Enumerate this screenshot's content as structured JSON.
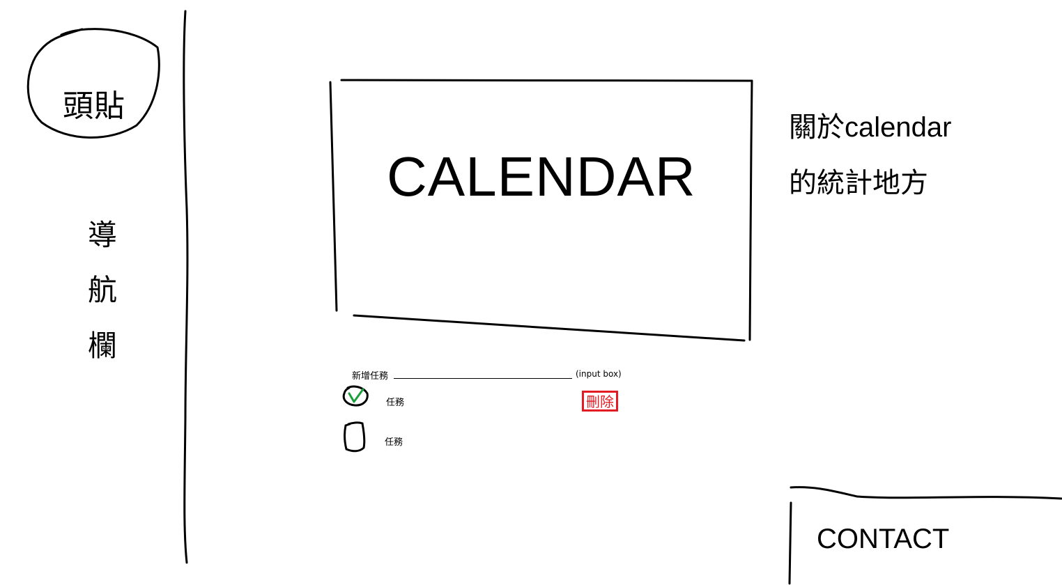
{
  "avatar": {
    "label": "頭貼"
  },
  "nav": {
    "chars": [
      "導",
      "航",
      "欄"
    ]
  },
  "calendar": {
    "title": "CALENDAR"
  },
  "about": {
    "line1": "關於calendar",
    "line2": "的統計地方"
  },
  "task_form": {
    "label": "新增任務",
    "input_value": "",
    "note": "(input box)"
  },
  "tasks": [
    {
      "label": "任務",
      "checked": true
    },
    {
      "label": "任務",
      "checked": false
    }
  ],
  "delete_label": "刪除",
  "contact": {
    "label": "CONTACT"
  },
  "colors": {
    "check": "#1a9f3c",
    "delete": "#e31b23"
  }
}
